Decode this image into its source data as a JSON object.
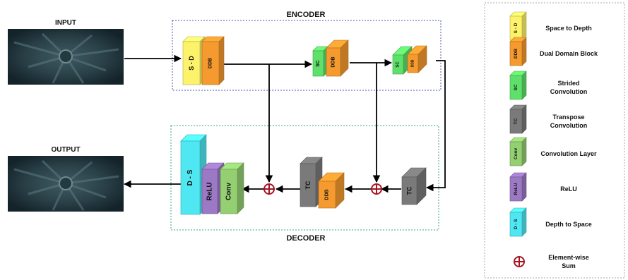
{
  "labels": {
    "input": "INPUT",
    "output": "OUTPUT",
    "encoder": "ENCODER",
    "decoder": "DECODER"
  },
  "blocks": {
    "sd": "S - D",
    "ddb": "DDB",
    "sc": "SC",
    "tc": "TC",
    "relu": "ReLU",
    "conv": "Conv",
    "ds": "D - S"
  },
  "legend": [
    {
      "key": "sd",
      "block": "S - D",
      "line1": "Space to Depth",
      "line2": "",
      "color": "#fdf36a"
    },
    {
      "key": "ddb",
      "block": "DDB",
      "line1": "Dual Domain Block",
      "line2": "",
      "color": "#f59a2e"
    },
    {
      "key": "sc",
      "block": "SC",
      "line1": "Strided",
      "line2": "Convolution",
      "color": "#5fe06a"
    },
    {
      "key": "tc",
      "block": "TC",
      "line1": "Transpose",
      "line2": "Convolution",
      "color": "#7a7a7a"
    },
    {
      "key": "conv",
      "block": "Conv",
      "line1": "Convolution Layer",
      "line2": "",
      "color": "#94cf72"
    },
    {
      "key": "relu",
      "block": "ReLU",
      "line1": "ReLU",
      "line2": "",
      "color": "#9c79c4"
    },
    {
      "key": "ds",
      "block": "D - S",
      "line1": "Depth to Space",
      "line2": "",
      "color": "#4fe8f2"
    },
    {
      "key": "sum",
      "block": "",
      "line1": "Element-wise",
      "line2": "Sum",
      "color": "#a31620"
    }
  ],
  "colors": {
    "sd": "#fdf36a",
    "ddb": "#f59a2e",
    "sc": "#5fe06a",
    "tc": "#7a7a7a",
    "conv": "#94cf72",
    "relu": "#9c79c4",
    "ds": "#4fe8f2",
    "sum": "#a31620",
    "encoder_border": "#4b55b8",
    "decoder_border": "#3aa58a"
  }
}
